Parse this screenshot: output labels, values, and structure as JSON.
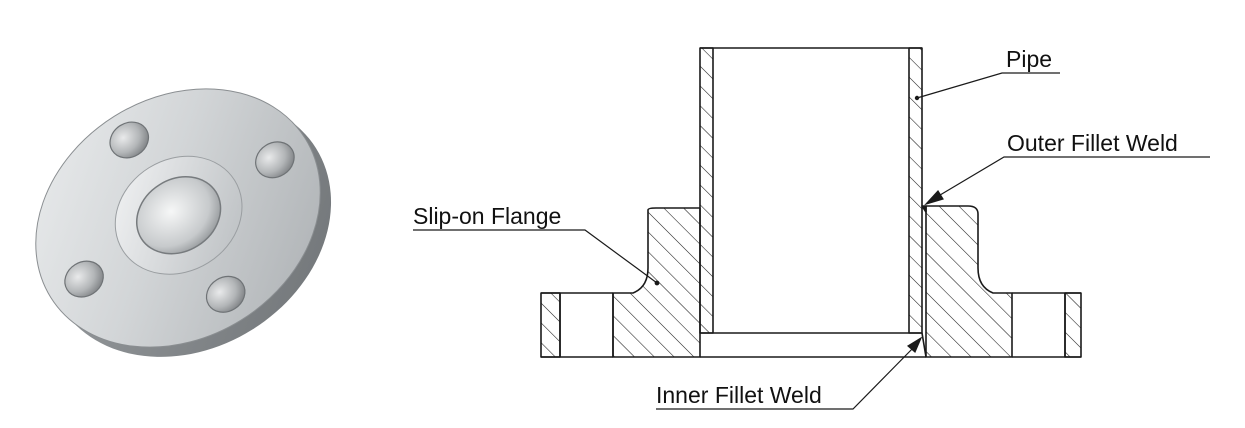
{
  "labels": {
    "pipe": "Pipe",
    "outer_fillet_weld": "Outer Fillet Weld",
    "slip_on_flange": "Slip-on Flange",
    "inner_fillet_weld": "Inner Fillet Weld"
  },
  "photo": {
    "subject": "slip-on flange",
    "bolt_holes": 4,
    "material_color": "#c9ccce"
  },
  "colors": {
    "line": "#1a1a1a",
    "background": "#ffffff"
  }
}
